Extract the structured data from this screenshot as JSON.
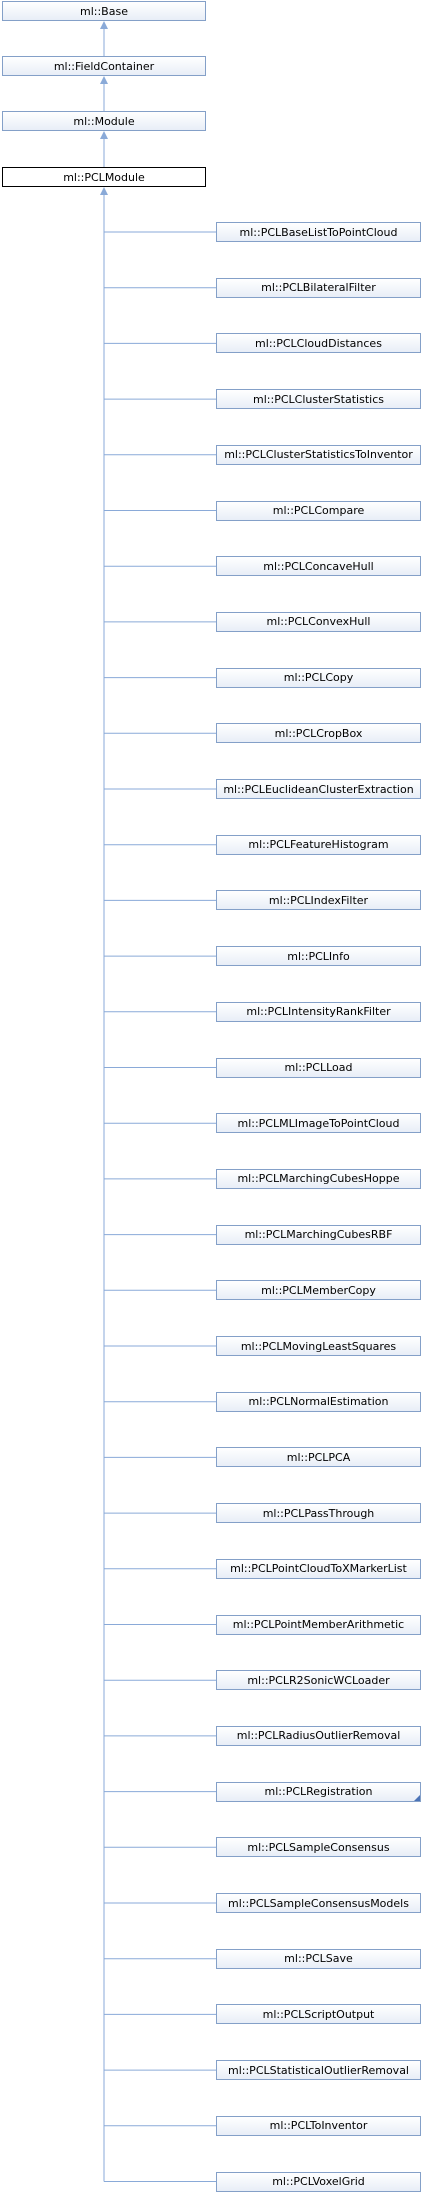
{
  "colors": {
    "edge": "#8aaad8",
    "node_border": "#84a0c8",
    "current_border": "#000000"
  },
  "chain": [
    "ml::Base",
    "ml::FieldContainer",
    "ml::Module",
    "ml::PCLModule"
  ],
  "current": "ml::PCLModule",
  "children": [
    "ml::PCLBaseListToPointCloud",
    "ml::PCLBilateralFilter",
    "ml::PCLCloudDistances",
    "ml::PCLClusterStatistics",
    "ml::PCLClusterStatisticsToInventor",
    "ml::PCLCompare",
    "ml::PCLConcaveHull",
    "ml::PCLConvexHull",
    "ml::PCLCopy",
    "ml::PCLCropBox",
    "ml::PCLEuclideanClusterExtraction",
    "ml::PCLFeatureHistogram",
    "ml::PCLIndexFilter",
    "ml::PCLInfo",
    "ml::PCLIntensityRankFilter",
    "ml::PCLLoad",
    "ml::PCLMLImageToPointCloud",
    "ml::PCLMarchingCubesHoppe",
    "ml::PCLMarchingCubesRBF",
    "ml::PCLMemberCopy",
    "ml::PCLMovingLeastSquares",
    "ml::PCLNormalEstimation",
    "ml::PCLPCA",
    "ml::PCLPassThrough",
    "ml::PCLPointCloudToXMarkerList",
    "ml::PCLPointMemberArithmetic",
    "ml::PCLR2SonicWCLoader",
    "ml::PCLRadiusOutlierRemoval",
    "ml::PCLRegistration",
    "ml::PCLSampleConsensus",
    "ml::PCLSampleConsensusModels",
    "ml::PCLSave",
    "ml::PCLScriptOutput",
    "ml::PCLStatisticalOutlierRemoval",
    "ml::PCLToInventor",
    "ml::PCLVoxelGrid"
  ],
  "folded": [
    "ml::PCLRegistration"
  ]
}
